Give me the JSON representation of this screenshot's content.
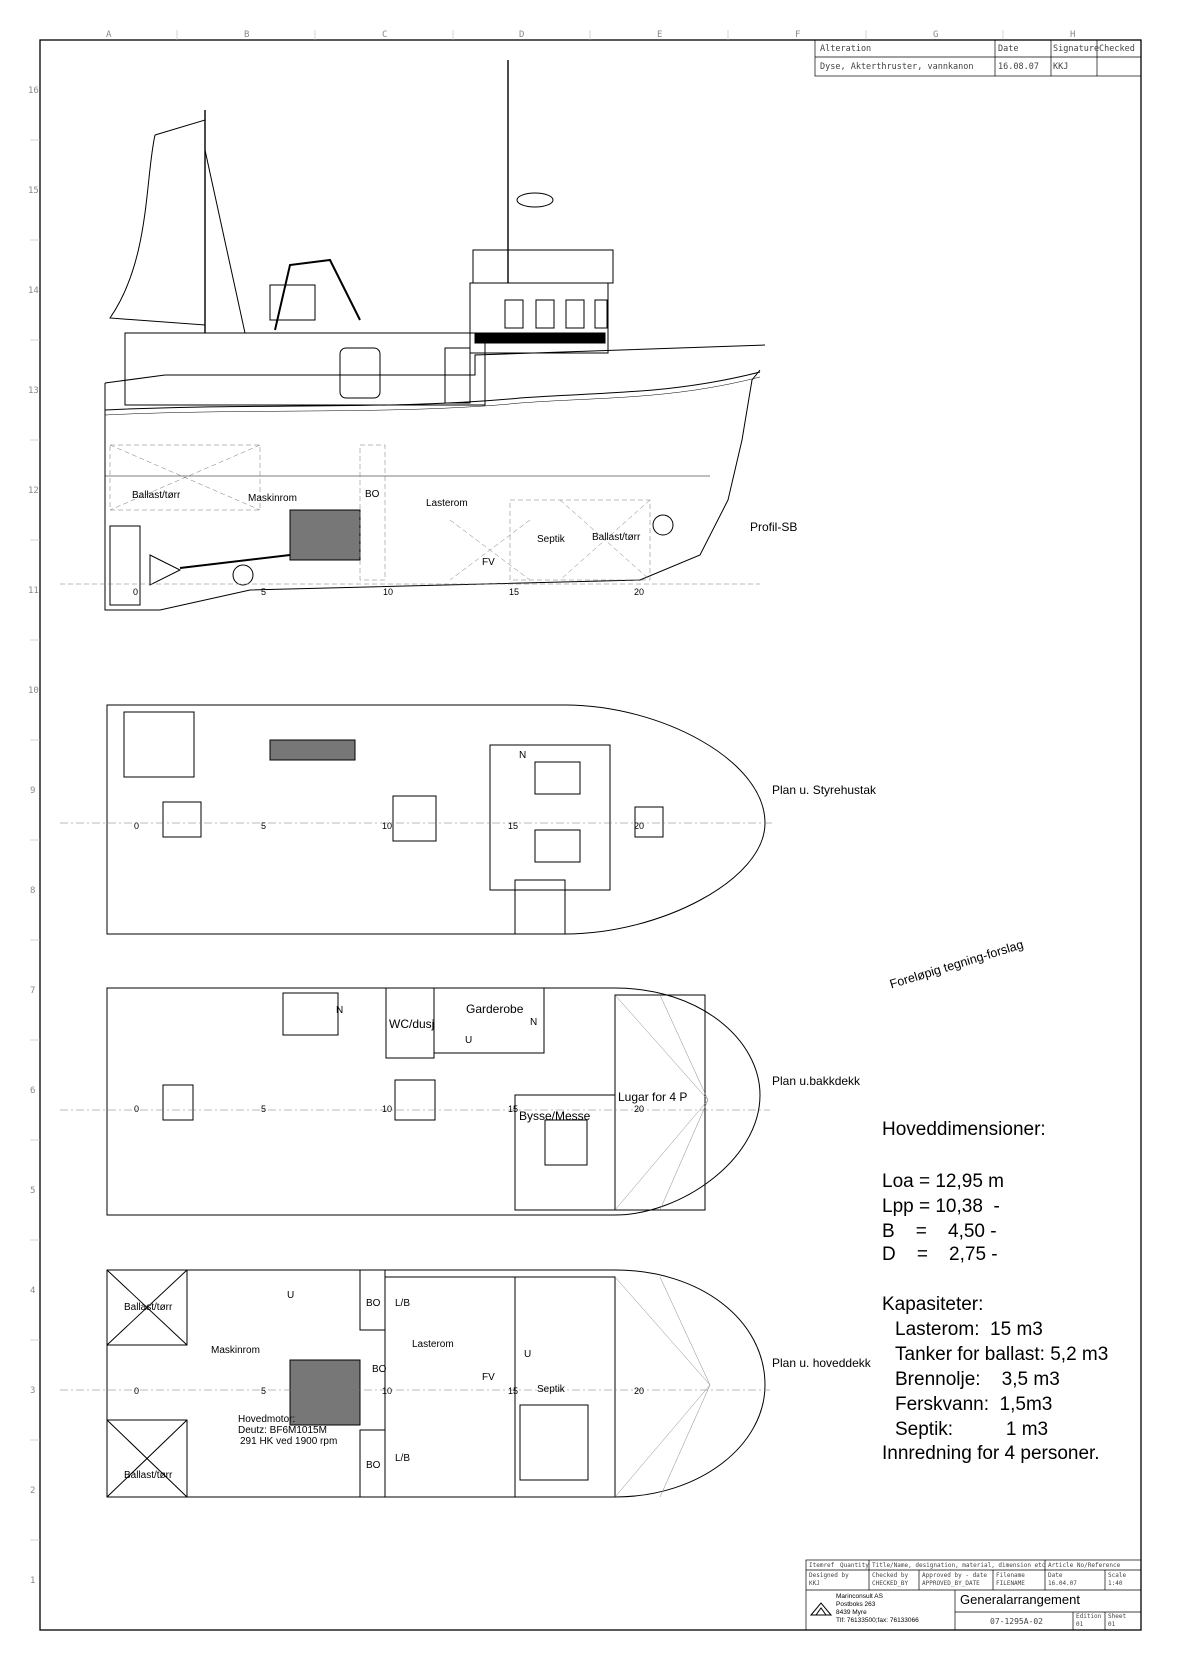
{
  "revision_block": {
    "headers": {
      "alteration": "Alteration",
      "date": "Date",
      "signature": "Signature",
      "checked": "Checked"
    },
    "row": {
      "alteration": "Dyse, Akterthruster, vannkanon",
      "date": "16.08.07",
      "signature": "KKJ"
    }
  },
  "grid": {
    "columns": [
      "A",
      "B",
      "C",
      "D",
      "E",
      "F",
      "G",
      "H"
    ],
    "rows": [
      "16",
      "15",
      "14",
      "13",
      "12",
      "11",
      "10",
      "9",
      "8",
      "7",
      "6",
      "5",
      "4",
      "3",
      "2",
      "1"
    ]
  },
  "views": {
    "profile": {
      "title": "Profil-SB",
      "rooms": [
        "Ballast/tørr",
        "Maskinrom",
        "BO",
        "Lasterom",
        "Septik",
        "Ballast/tørr",
        "FV"
      ],
      "frames": [
        "0",
        "5",
        "10",
        "15",
        "20"
      ]
    },
    "plan_wheelhouse": {
      "title": "Plan u. Styrehustak",
      "marks": [
        "N"
      ],
      "frames": [
        "0",
        "5",
        "10",
        "15",
        "20"
      ]
    },
    "plan_forecastle": {
      "title": "Plan u.bakkdekk",
      "rooms": [
        "WC/dusj",
        "Garderobe",
        "Bysse/Messe",
        "Lugar for 4 P"
      ],
      "marks": [
        "N",
        "U",
        "N"
      ],
      "frames": [
        "0",
        "5",
        "10",
        "15",
        "20"
      ]
    },
    "plan_maindeck": {
      "title": "Plan u. hoveddekk",
      "rooms": [
        "Ballast/tørr",
        "Maskinrom",
        "Ballast/tørr",
        "BO",
        "L/B",
        "BO",
        "L/B",
        "BO",
        "Lasterom",
        "FV",
        "Septik"
      ],
      "marks": [
        "U",
        "U"
      ],
      "engine_note": [
        "Hovedmotor:",
        "Deutz: BF6M1015M",
        "291 HK ved 1900 rpm"
      ],
      "frames": [
        "0",
        "5",
        "10",
        "15",
        "20"
      ]
    }
  },
  "stamp": "Foreløpig tegning-forslag",
  "main_dimensions": {
    "heading": "Hoveddimensioner:",
    "lines": [
      "Loa = 12,95 m",
      "Lpp = 10,38  -",
      "B    =    4,50 -",
      "D    =    2,75 -"
    ]
  },
  "capacities": {
    "heading": "Kapasiteter:",
    "lines": [
      "Lasterom:  15 m3",
      "Tanker for ballast: 5,2 m3",
      "Brennolje:    3,5 m3",
      "Ferskvann:  1,5m3",
      "Septik:          1 m3"
    ],
    "footer": "Innredning for 4 personer."
  },
  "title_block": {
    "row1": [
      "Itemref",
      "Quantity",
      "Title/Name, designation, material, dimension etc",
      "Article No/Reference"
    ],
    "designed_by_label": "Designed by",
    "designed_by": "KKJ",
    "checked_by_label": "Checked by",
    "checked_by": "CHECKED_BY",
    "approved_label": "Approved by - date",
    "approved": "APPROVED_BY_DATE",
    "filename_label": "Filename",
    "filename": "FILENAME",
    "date_label": "Date",
    "date": "16.04.07",
    "scale_label": "Scale",
    "scale": "1:40",
    "company": [
      "Marinconsult AS",
      "Postboks 263",
      "8439 Myre",
      "Tlf: 76133500;fax: 76133066"
    ],
    "drawing_title": "Generalarrangement",
    "drawing_no": "07-1295A-02",
    "edition_label": "Edition",
    "edition": "01",
    "sheet_label": "Sheet",
    "sheet": "01"
  },
  "colors": {
    "line": "#000000",
    "grid": "#888888",
    "bg": "#ffffff"
  }
}
